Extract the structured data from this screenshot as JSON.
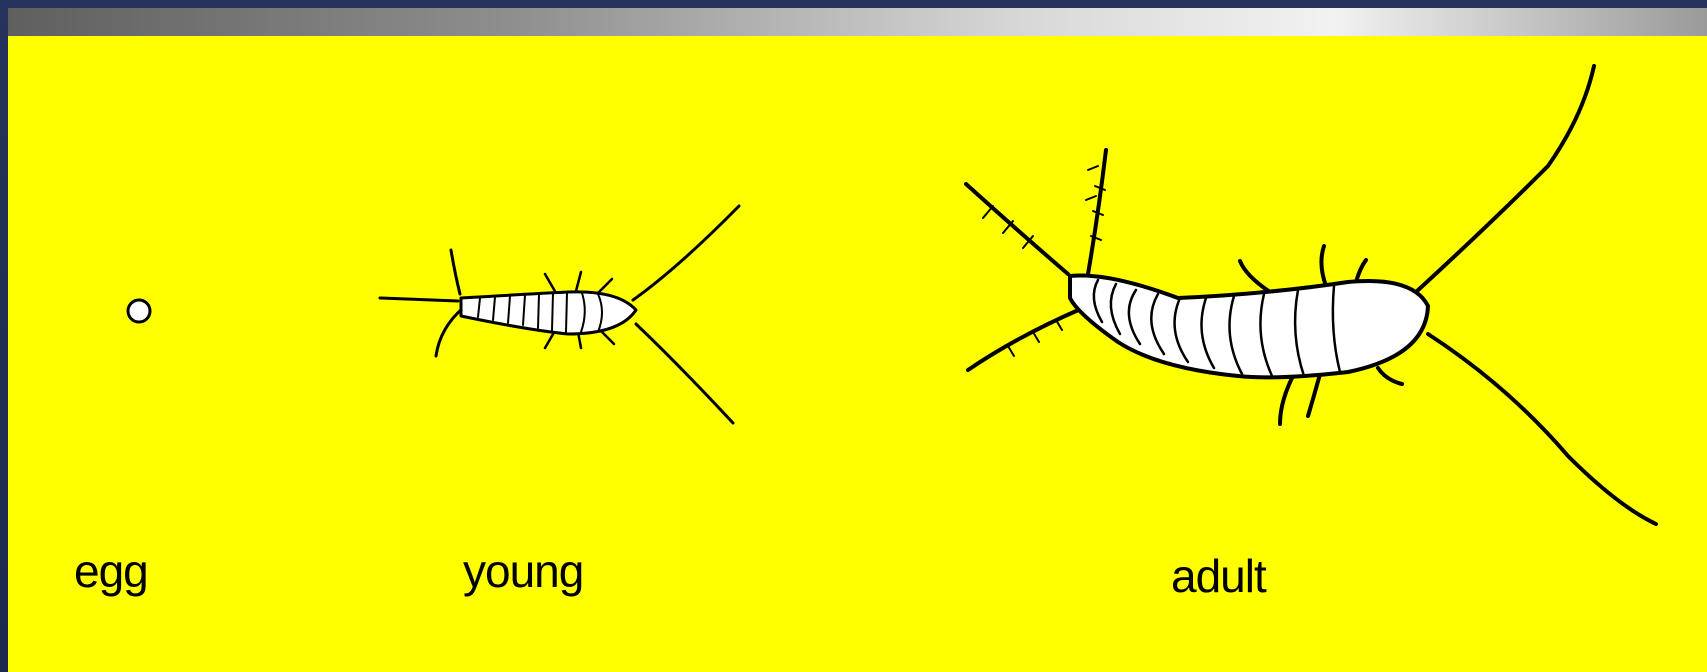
{
  "labels": {
    "egg": "egg",
    "young": "young",
    "adult": "adult"
  },
  "colors": {
    "background": "#ffff00",
    "frame": "#1f2d52",
    "outline": "#000000",
    "body_fill": "#ffffff"
  }
}
